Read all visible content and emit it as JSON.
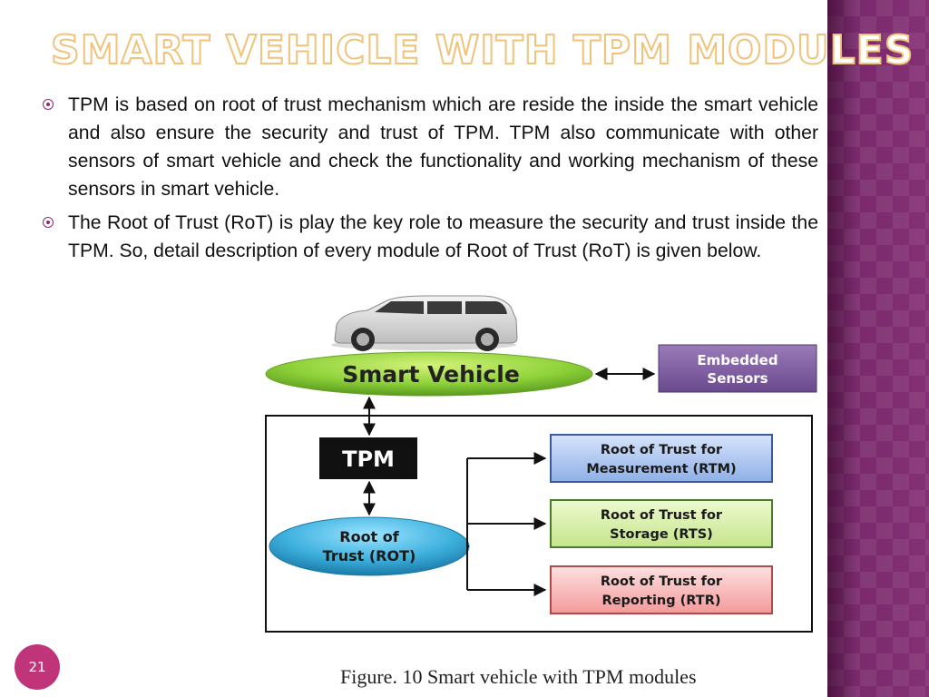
{
  "slide": {
    "title": "SMART VEHICLE WITH TPM MODULES",
    "bullets": [
      "TPM is based on root of trust mechanism which are reside the inside the smart vehicle and also ensure the security and trust of TPM. TPM also communicate with other sensors of smart vehicle and check the functionality and working mechanism of these sensors in smart vehicle.",
      "The Root of Trust (RoT) is play the key role to measure the security and trust inside the TPM. So, detail description of every module of Root of Trust (RoT) is given below."
    ],
    "page_number": "21"
  },
  "figure": {
    "caption": "Figure. 10 Smart vehicle with TPM modules",
    "smart_vehicle": "Smart Vehicle",
    "embedded_sensors": [
      "Embedded",
      "Sensors"
    ],
    "tpm": "TPM",
    "root_of_trust": [
      "Root of",
      "Trust (ROT)"
    ],
    "rtm": [
      "Root of Trust for",
      "Measurement (RTM)"
    ],
    "rts": [
      "Root of Trust for",
      "Storage (RTS)"
    ],
    "rtr": [
      "Root of Trust for",
      "Reporting (RTR)"
    ],
    "colors": {
      "smart_vehicle": "#8ed23a",
      "embedded_sensors": "#7a5a9e",
      "tpm": "#111111",
      "root_of_trust": "#3fb1de",
      "rtm": "#a9c4ee",
      "rts": "#d8f0a0",
      "rtr": "#f8b8b8"
    }
  }
}
